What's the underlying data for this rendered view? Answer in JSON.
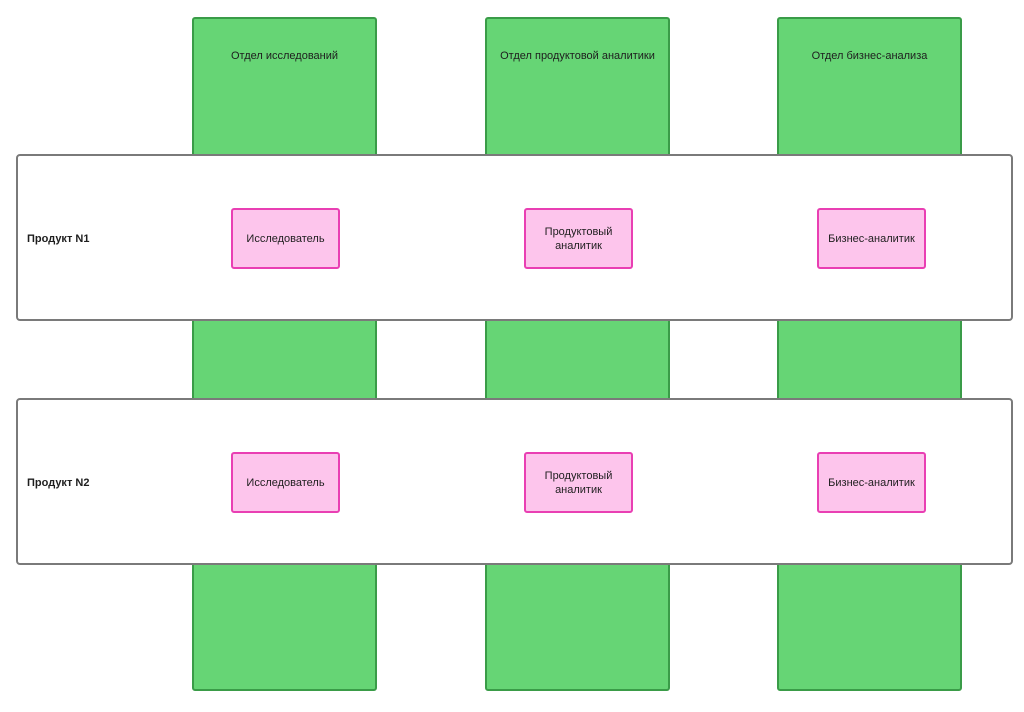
{
  "departments": [
    {
      "title": "Отдел исследований"
    },
    {
      "title": "Отдел продуктовой аналитики"
    },
    {
      "title": "Отдел бизнес-анализа"
    }
  ],
  "products": [
    {
      "title": "Продукт N1",
      "roles": [
        "Исследователь",
        "Продуктовый аналитик",
        "Бизнес-аналитик"
      ]
    },
    {
      "title": "Продукт N2",
      "roles": [
        "Исследователь",
        "Продуктовый аналитик",
        "Бизнес-аналитик"
      ]
    }
  ],
  "colors": {
    "department_fill": "#66d575",
    "department_border": "#3a9c48",
    "role_fill": "#fdc5ec",
    "role_border": "#e93fb3",
    "product_border": "#7a7a7a"
  }
}
